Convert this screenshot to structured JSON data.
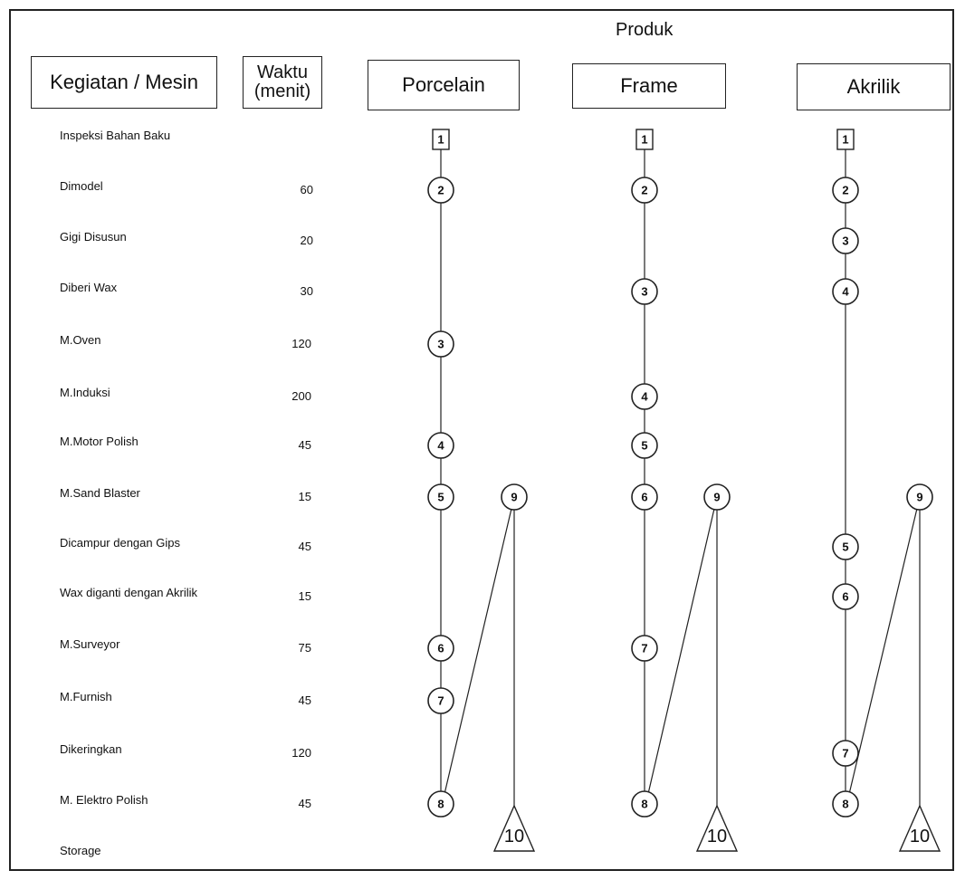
{
  "header": {
    "produk": "Produk",
    "kegiatan": "Kegiatan / Mesin",
    "waktu": "Waktu\n(menit)",
    "products": [
      "Porcelain",
      "Frame",
      "Akrilik"
    ]
  },
  "activities": [
    {
      "label": "Inspeksi Bahan Baku",
      "time": ""
    },
    {
      "label": "Dimodel",
      "time": "60"
    },
    {
      "label": "Gigi Disusun",
      "time": "20"
    },
    {
      "label": "Diberi Wax",
      "time": "30"
    },
    {
      "label": "M.Oven",
      "time": "120"
    },
    {
      "label": "M.Induksi",
      "time": "200"
    },
    {
      "label": "M.Motor Polish",
      "time": "45"
    },
    {
      "label": "M.Sand Blaster",
      "time": "15"
    },
    {
      "label": "Dicampur dengan Gips",
      "time": "45"
    },
    {
      "label": "Wax diganti dengan Akrilik",
      "time": "15"
    },
    {
      "label": "M.Surveyor",
      "time": "75"
    },
    {
      "label": "M.Furnish",
      "time": "45"
    },
    {
      "label": "Dikeringkan",
      "time": "120"
    },
    {
      "label": "M. Elektro Polish",
      "time": "45"
    },
    {
      "label": "Storage",
      "time": ""
    }
  ],
  "flows": [
    {
      "product": "Porcelain",
      "steps": [
        {
          "n": "1",
          "row": 0
        },
        {
          "n": "2",
          "row": 1
        },
        {
          "n": "3",
          "row": 4
        },
        {
          "n": "4",
          "row": 6
        },
        {
          "n": "5",
          "row": 7
        },
        {
          "n": "6",
          "row": 10
        },
        {
          "n": "7",
          "row": 11
        },
        {
          "n": "8",
          "row": 13
        }
      ],
      "branch": {
        "n": "9",
        "row": 7
      },
      "storage": "10"
    },
    {
      "product": "Frame",
      "steps": [
        {
          "n": "1",
          "row": 0
        },
        {
          "n": "2",
          "row": 1
        },
        {
          "n": "3",
          "row": 3
        },
        {
          "n": "4",
          "row": 5
        },
        {
          "n": "5",
          "row": 6
        },
        {
          "n": "6",
          "row": 7
        },
        {
          "n": "7",
          "row": 10
        },
        {
          "n": "8",
          "row": 13
        }
      ],
      "branch": {
        "n": "9",
        "row": 7
      },
      "storage": "10"
    },
    {
      "product": "Akrilik",
      "steps": [
        {
          "n": "1",
          "row": 0
        },
        {
          "n": "2",
          "row": 1
        },
        {
          "n": "3",
          "row": 2
        },
        {
          "n": "4",
          "row": 3
        },
        {
          "n": "5",
          "row": 8
        },
        {
          "n": "6",
          "row": 9
        },
        {
          "n": "7",
          "row": 12
        },
        {
          "n": "8",
          "row": 13
        }
      ],
      "branch": {
        "n": "9",
        "row": 7
      },
      "storage": "10"
    }
  ]
}
